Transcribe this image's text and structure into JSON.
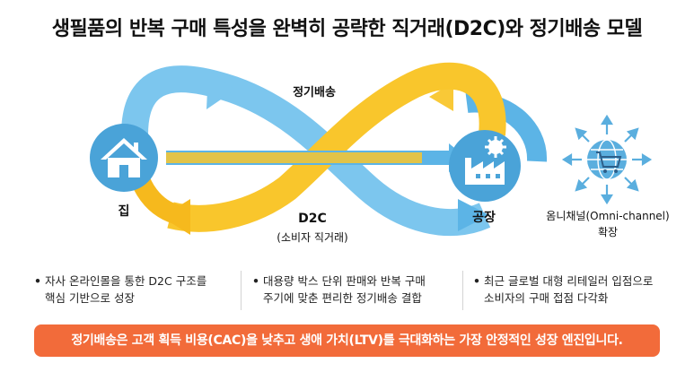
{
  "title": "생필품의 반복 구매 특성을 완벽히 공략한 직거래(D2C)와 정기배송 모델",
  "diagram": {
    "home_label": "집",
    "factory_label": "공장",
    "subscription_label": "정기배송",
    "d2c_label": "D2C",
    "d2c_sub_label": "(소비자 직거래)",
    "omni_label_line1": "옴니채널(Omni-channel)",
    "omni_label_line2": "확장",
    "icons": [
      "house-icon",
      "factory-icon",
      "gear-icon",
      "globe-cart-icon"
    ],
    "colors": {
      "blue": "#5cb4e6",
      "yellow": "#f9c62c",
      "icon_blue": "#4aa3d8"
    }
  },
  "bullets": [
    {
      "line1": "자사 온라인몰을 통한 D2C 구조를",
      "line2": "핵심 기반으로 성장"
    },
    {
      "line1": "대용량 박스 단위 판매와 반복 구매",
      "line2": "주기에 맞춘 편리한 정기배송 결합"
    },
    {
      "line1": "최근 글로벌 대형 리테일러 입점으로",
      "line2": "소비자의 구매 접점 다각화"
    }
  ],
  "banner": "정기배송은 고객 획득 비용(CAC)을 낮추고 생애 가치(LTV)를 극대화하는 가장 안정적인 성장 엔진입니다.",
  "accent": "#f26b3a"
}
